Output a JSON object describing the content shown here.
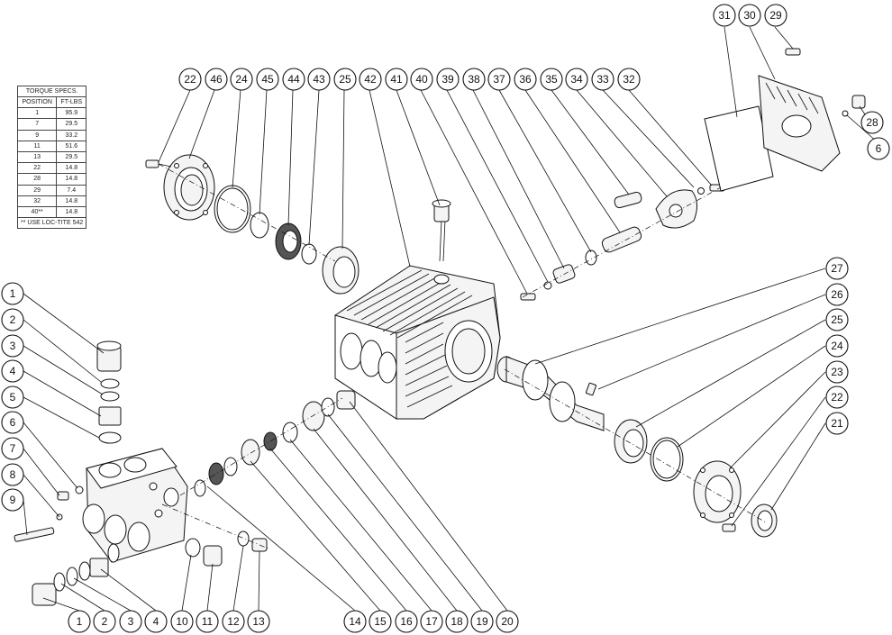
{
  "torque_table": {
    "title": "TORQUE SPECS.",
    "col_position": "POSITION",
    "col_ftlbs": "FT-LBS",
    "rows": [
      {
        "position": "1",
        "ftlbs": "95.9"
      },
      {
        "position": "7",
        "ftlbs": "29.5"
      },
      {
        "position": "9",
        "ftlbs": "33.2"
      },
      {
        "position": "11",
        "ftlbs": "51.6"
      },
      {
        "position": "13",
        "ftlbs": "29.5"
      },
      {
        "position": "22",
        "ftlbs": "14.8"
      },
      {
        "position": "28",
        "ftlbs": "14.8"
      },
      {
        "position": "29",
        "ftlbs": "7.4"
      },
      {
        "position": "32",
        "ftlbs": "14.8"
      },
      {
        "position": "40**",
        "ftlbs": "14.8"
      }
    ],
    "note": "** USE LOC-TITE 542"
  },
  "callouts": {
    "top_row": [
      "22",
      "46",
      "24",
      "45",
      "44",
      "43",
      "25",
      "42",
      "41",
      "40",
      "39",
      "38",
      "37",
      "36",
      "35",
      "34",
      "33",
      "32"
    ],
    "top_right": [
      "31",
      "30",
      "29"
    ],
    "right_cover": [
      "28",
      "6"
    ],
    "left_column": [
      "1",
      "2",
      "3",
      "4",
      "5",
      "6",
      "7",
      "8",
      "9"
    ],
    "right_column": [
      "27",
      "26",
      "25",
      "24",
      "23",
      "22",
      "21"
    ],
    "bottom_row": [
      "1",
      "2",
      "3",
      "4",
      "10",
      "11",
      "12",
      "13",
      "14",
      "15",
      "16",
      "17",
      "18",
      "19",
      "20"
    ]
  }
}
